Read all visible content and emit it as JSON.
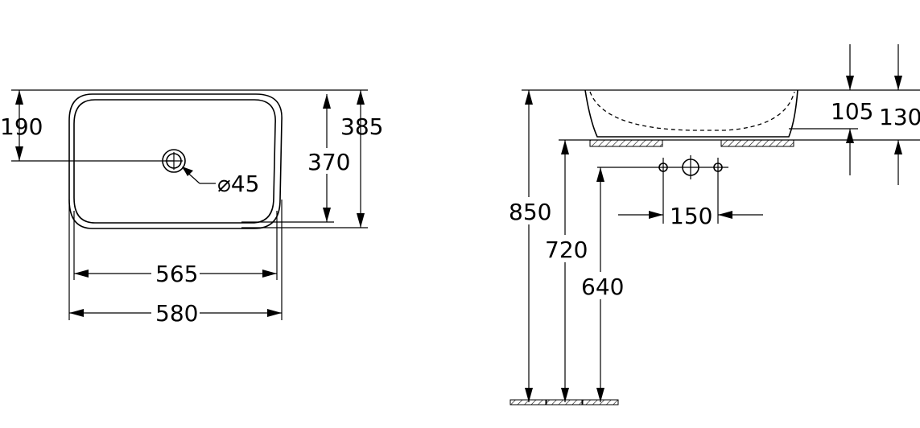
{
  "top_view": {
    "dim_outlet_offset": "190",
    "dim_inner_depth": "370",
    "dim_outer_depth": "385",
    "dim_outlet_diameter": "⌀45",
    "dim_inner_width": "565",
    "dim_outer_width": "580"
  },
  "side_view": {
    "dim_height_850": "850",
    "dim_height_720": "720",
    "dim_height_640": "640",
    "dim_bowl_105": "105",
    "dim_bowl_130": "130",
    "dim_tap_spacing": "150"
  }
}
